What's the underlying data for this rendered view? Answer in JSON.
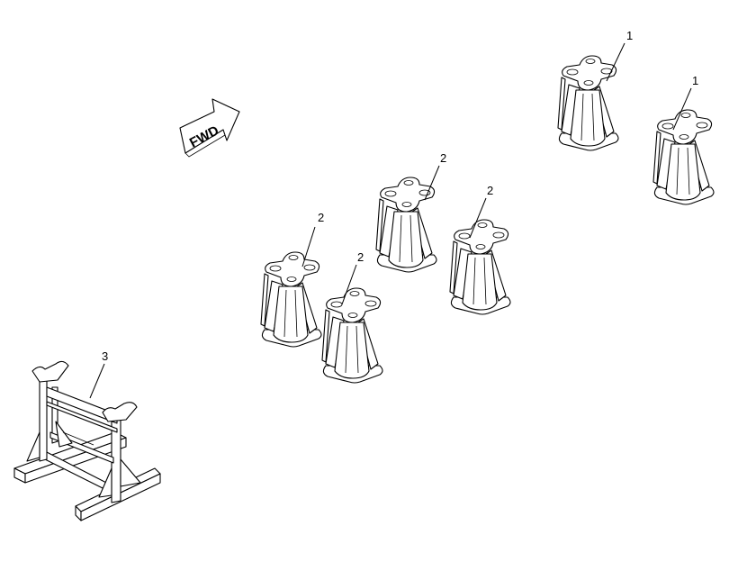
{
  "direction_arrow": {
    "label": "FWD"
  },
  "callouts": [
    {
      "id": "c1a",
      "label": "1"
    },
    {
      "id": "c1b",
      "label": "1"
    },
    {
      "id": "c2a",
      "label": "2"
    },
    {
      "id": "c2b",
      "label": "2"
    },
    {
      "id": "c2c",
      "label": "2"
    },
    {
      "id": "c2d",
      "label": "2"
    },
    {
      "id": "c3",
      "label": "3"
    }
  ]
}
